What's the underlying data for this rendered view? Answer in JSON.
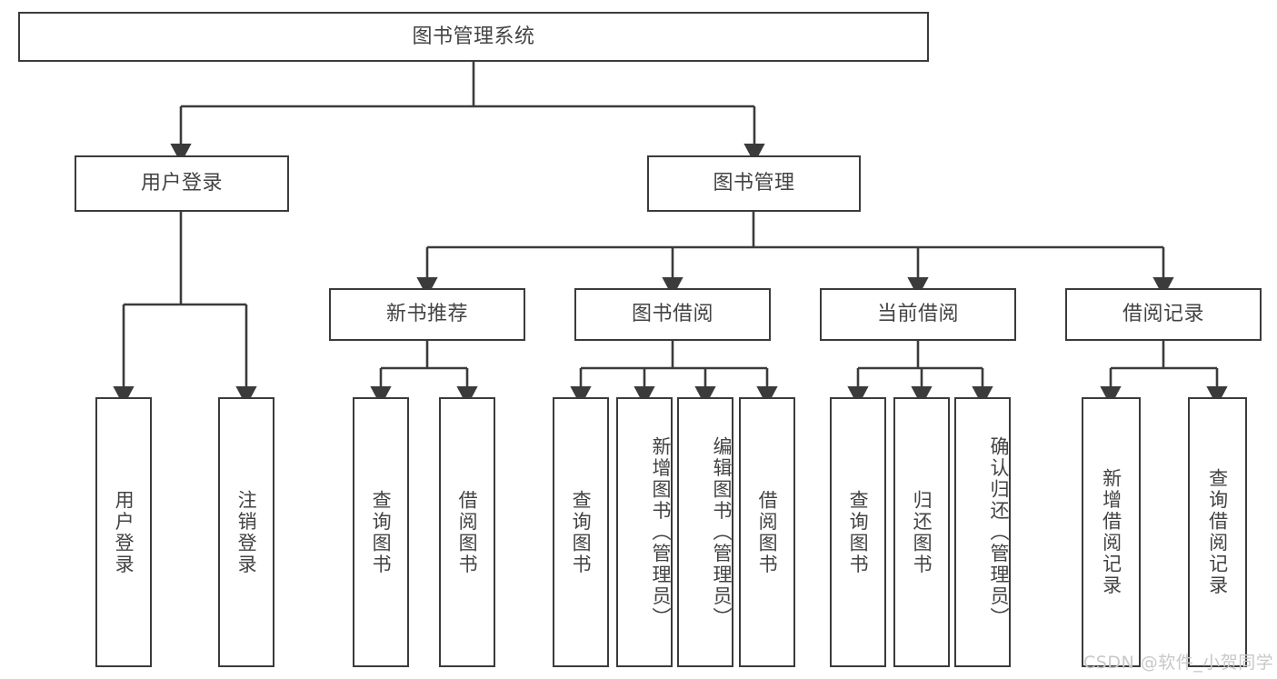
{
  "diagram": {
    "title": "图书管理系统",
    "watermark": "CSDN @软件_小贺同学",
    "root": {
      "label": "图书管理系统"
    },
    "level2": {
      "user_login": {
        "label": "用户登录"
      },
      "book_management": {
        "label": "图书管理"
      }
    },
    "level3": {
      "new_book_recommend": {
        "label": "新书推荐"
      },
      "book_borrow": {
        "label": "图书借阅"
      },
      "current_borrow": {
        "label": "当前借阅"
      },
      "borrow_record": {
        "label": "借阅记录"
      }
    },
    "leaves": {
      "user_login_children": [
        {
          "label": "用户登录"
        },
        {
          "label": "注销登录"
        }
      ],
      "new_book_recommend_children": [
        {
          "label": "查询图书"
        },
        {
          "label": "借阅图书"
        }
      ],
      "book_borrow_children": [
        {
          "label": "查询图书"
        },
        {
          "label": "新增图书（管理员）"
        },
        {
          "label": "编辑图书（管理员）"
        },
        {
          "label": "借阅图书"
        }
      ],
      "current_borrow_children": [
        {
          "label": "查询图书"
        },
        {
          "label": "归还图书"
        },
        {
          "label": "确认归还（管理员）"
        }
      ],
      "borrow_record_children": [
        {
          "label": "新增借阅记录"
        },
        {
          "label": "查询借阅记录"
        }
      ]
    },
    "colors": {
      "stroke": "#3b3b3b",
      "text": "#434343",
      "background": "#ffffff",
      "watermark": "#c8c8c8"
    }
  }
}
